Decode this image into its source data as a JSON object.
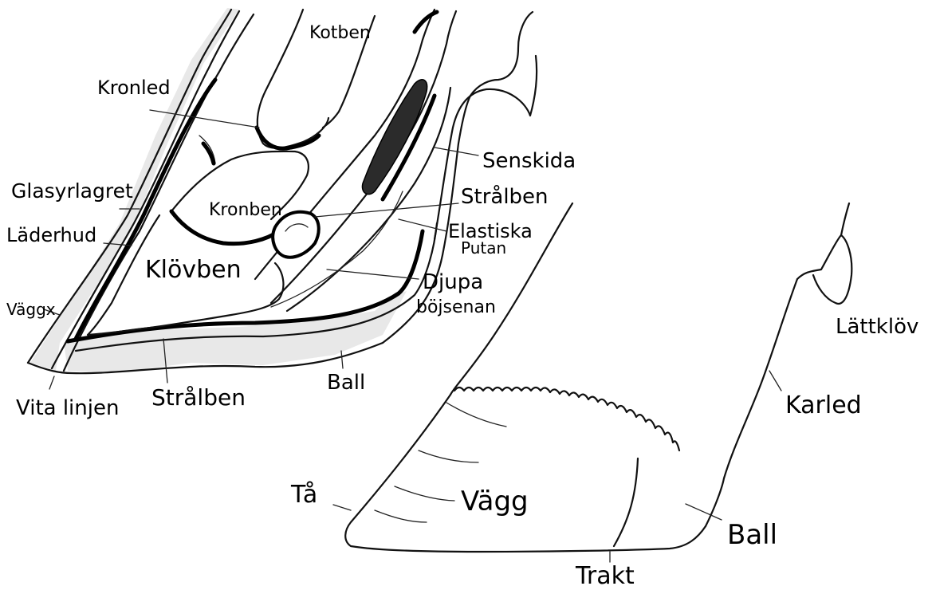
{
  "diagram": {
    "section_labels": {
      "kotben": "Kotben",
      "kronled": "Kronled",
      "senskida": "Senskida",
      "glasyrlagret": "Glasyrlagret",
      "kronben": "Kronben",
      "stralben_top": "Strålben",
      "laderhud": "Läderhud",
      "elastiska": "Elastiska",
      "putan": "Putan",
      "klovben": "Klövben",
      "djupa": "Djupa",
      "bojsenan": "böjsenan",
      "vaggx": "Väggx",
      "vita_linjen": "Vita linjen",
      "stralben_bottom": "Strålben",
      "ball_left": "Ball"
    },
    "exterior_labels": {
      "lattklov": "Lättklöv",
      "karled": "Karled",
      "ta": "Tå",
      "vagg": "Vägg",
      "ball_right": "Ball",
      "trakt": "Trakt"
    }
  }
}
